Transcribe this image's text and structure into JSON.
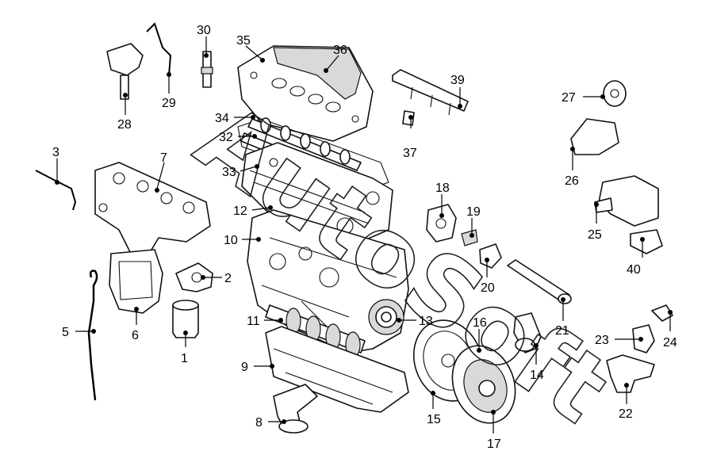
{
  "watermark": "AutoSoft",
  "colors": {
    "line": "#111111",
    "background": "#ffffff",
    "shade": "#d9d9d9"
  },
  "callouts": [
    {
      "id": "1",
      "label": "1"
    },
    {
      "id": "2",
      "label": "2"
    },
    {
      "id": "3",
      "label": "3"
    },
    {
      "id": "5",
      "label": "5"
    },
    {
      "id": "6",
      "label": "6"
    },
    {
      "id": "7",
      "label": "7"
    },
    {
      "id": "8",
      "label": "8"
    },
    {
      "id": "9",
      "label": "9"
    },
    {
      "id": "10",
      "label": "10"
    },
    {
      "id": "11",
      "label": "11"
    },
    {
      "id": "12",
      "label": "12"
    },
    {
      "id": "13",
      "label": "13"
    },
    {
      "id": "14",
      "label": "14"
    },
    {
      "id": "15",
      "label": "15"
    },
    {
      "id": "16",
      "label": "16"
    },
    {
      "id": "17",
      "label": "17"
    },
    {
      "id": "18",
      "label": "18"
    },
    {
      "id": "19",
      "label": "19"
    },
    {
      "id": "20",
      "label": "20"
    },
    {
      "id": "21",
      "label": "21"
    },
    {
      "id": "22",
      "label": "22"
    },
    {
      "id": "23",
      "label": "23"
    },
    {
      "id": "24",
      "label": "24"
    },
    {
      "id": "25",
      "label": "25"
    },
    {
      "id": "26",
      "label": "26"
    },
    {
      "id": "27",
      "label": "27"
    },
    {
      "id": "28",
      "label": "28"
    },
    {
      "id": "29",
      "label": "29"
    },
    {
      "id": "30",
      "label": "30"
    },
    {
      "id": "32",
      "label": "32"
    },
    {
      "id": "33",
      "label": "33"
    },
    {
      "id": "34",
      "label": "34"
    },
    {
      "id": "35",
      "label": "35"
    },
    {
      "id": "36",
      "label": "36"
    },
    {
      "id": "37",
      "label": "37"
    },
    {
      "id": "39",
      "label": "39"
    },
    {
      "id": "40",
      "label": "40"
    }
  ]
}
